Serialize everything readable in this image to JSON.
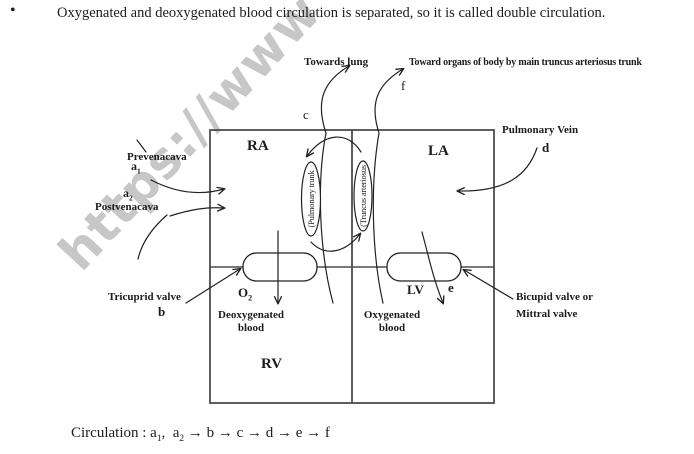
{
  "page": {
    "bullet": "•",
    "title": "Oxygenated and deoxygenated blood circulation is separated, so it is called double circulation.",
    "watermark": "https://www"
  },
  "diagram": {
    "chambers": {
      "ra": "RA",
      "la": "LA",
      "rv": "RV",
      "lv": "LV"
    },
    "vessels": {
      "towards_lung": "Towards lung",
      "toward_organs": "Toward organs of body by main truncus arteriosus trunk",
      "pulmonary_vein": "Pulmonary Vein",
      "prevenacava": "Prevenacava",
      "postvenacava": "Postvenacava",
      "pulmonary_trunk": "(Pulmonary trunk",
      "truncus_arteriosus": "(Truncus arteriosus"
    },
    "valves": {
      "tricuprid": "Tricuprid valve",
      "bicupid_line1": "Bicupid valve or",
      "bicupid_line2": "Mittral valve"
    },
    "blood": {
      "o2_base": "O",
      "o2_sub": "2",
      "deoxygenated_line1": "Deoxygenated",
      "deoxygenated_line2": "blood",
      "oxygenated_line1": "Oxygenated",
      "oxygenated_line2": "blood"
    },
    "markers": {
      "a1_base": "a",
      "a1_sub": "1",
      "a2_base": "a",
      "a2_sub": "2",
      "b": "b",
      "c": "c",
      "d": "d",
      "e": "e",
      "f": "f"
    }
  },
  "circulation": {
    "label": "Circulation : ",
    "a1_base": "a",
    "a1_sub": "1",
    "sep": ",  ",
    "a2_base": "a",
    "a2_sub": "2",
    "rest": " → b → c → d → e → f"
  },
  "colors": {
    "ink": "#1c1c1c",
    "structure": "#4d4d4d",
    "watermark": "#c7c7c7"
  }
}
